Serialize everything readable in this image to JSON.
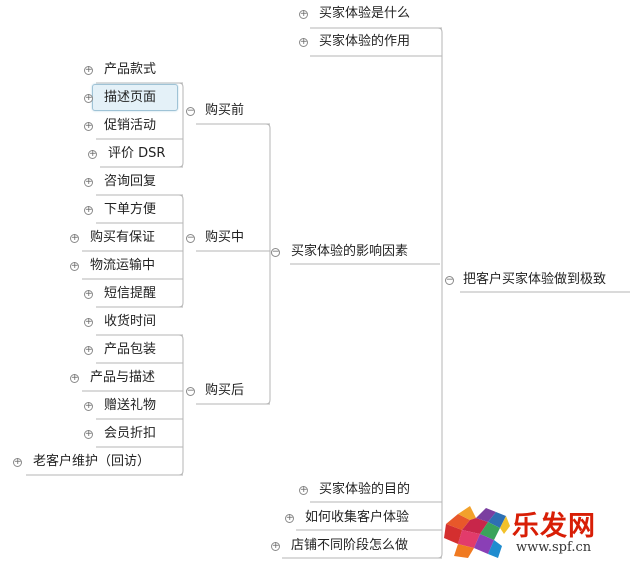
{
  "map": {
    "root": "把客户买家体验做到极致",
    "top": [
      "买家体验是什么",
      "买家体验的作用",
      "买家体验的影响因素",
      "买家体验的目的",
      "如何收集客户体验",
      "店铺不同阶段怎么做"
    ],
    "stages": [
      "购买前",
      "购买中",
      "购买后"
    ],
    "before": [
      "产品款式",
      "描述页面",
      "促销活动",
      "评价 DSR"
    ],
    "during": [
      "咨询回复",
      "下单方便",
      "购买有保证",
      "物流运输中",
      "短信提醒"
    ],
    "after": [
      "收货时间",
      "产品包装",
      "产品与描述",
      "赠送礼物",
      "会员折扣"
    ],
    "extra": "老客户维护（回访）",
    "collapsed_symbol": "+",
    "expanded_symbol": "−"
  },
  "watermark": {
    "brand": "乐发网",
    "url": "www.spf.cn"
  },
  "colors": {
    "line": "#b5b5b5",
    "selected_fill": "#e4f1f8",
    "brand_red": "#d81e06"
  }
}
